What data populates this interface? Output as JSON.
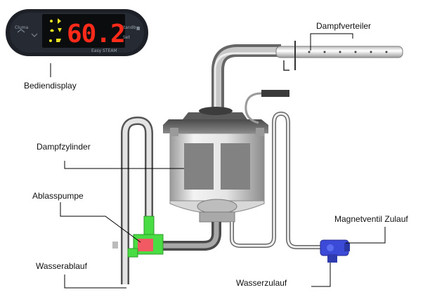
{
  "labels": {
    "bediendisplay": "Bediendisplay",
    "dampfverteiler": "Dampfverteiler",
    "dampfzylinder": "Dampfzylinder",
    "ablasspumpe": "Ablasspumpe",
    "wasserablauf": "Wasserablauf",
    "magnetventil": "Magnetventil Zulauf",
    "wasserzulauf": "Wasserzulauf"
  },
  "display": {
    "reading": "60.2",
    "left_top": "Cluma",
    "right_top": "Standby",
    "right_bottom": "Set",
    "brand": "Easy STEAM"
  },
  "colors": {
    "pump": "#49dd43",
    "pump_core": "#f25a63",
    "valve": "#3b4bd8",
    "display_red": "#ff2a1a",
    "pipe": "#8c8c8c"
  },
  "icons": [
    "display-panel-icon",
    "steam-distributor-icon",
    "steam-cylinder-icon",
    "drain-pump-icon",
    "solenoid-valve-icon"
  ]
}
